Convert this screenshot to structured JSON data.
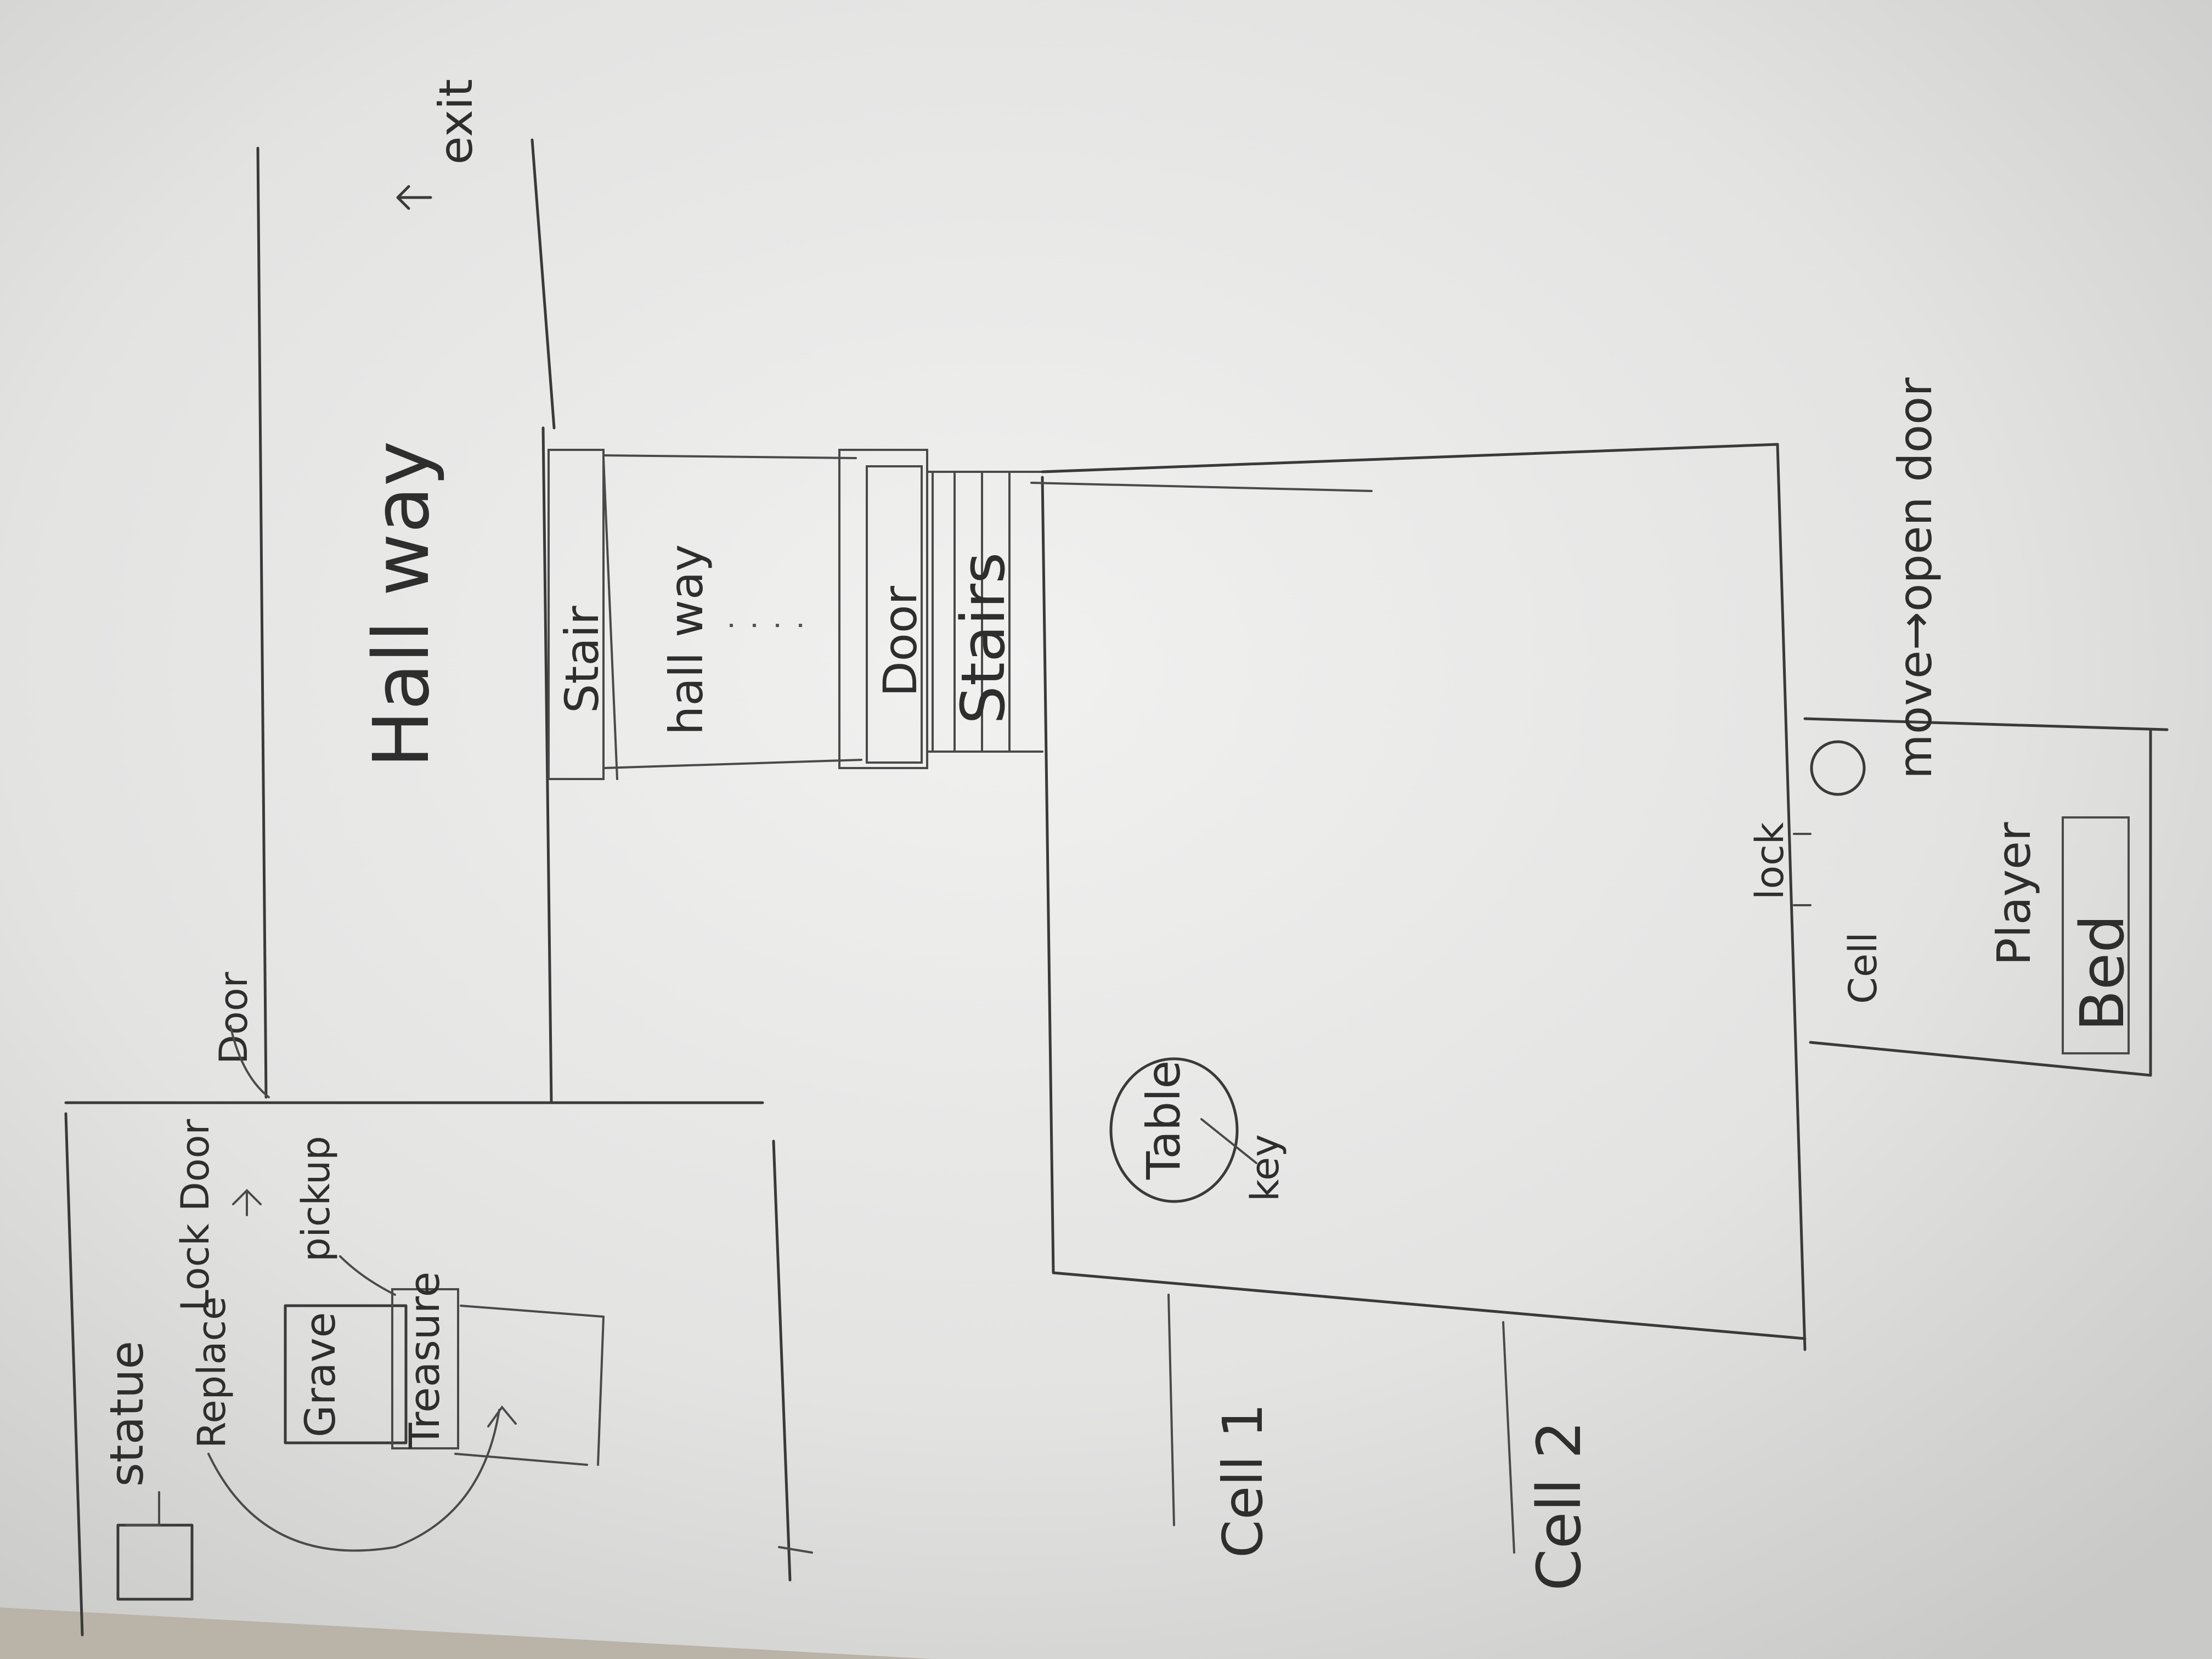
{
  "sketch": {
    "labels": {
      "exit": "exit",
      "hallway_top": "Hall way",
      "stair": "Stair",
      "hallway_mid": "hall way",
      "door_mid": "Door",
      "stairs": "Stairs",
      "door_left": "Door",
      "lock_door": "Lock Door",
      "pickup": "pickup",
      "statue": "statue",
      "replace": "Replace",
      "grave": "Grave",
      "treasure": "Treasure",
      "table": "Table",
      "key": "key",
      "cell1": "Cell 1",
      "cell2": "Cell 2",
      "lock": "lock",
      "cell": "Cell",
      "player": "Player",
      "bed": "Bed",
      "move_open_door": "move→open door"
    }
  }
}
